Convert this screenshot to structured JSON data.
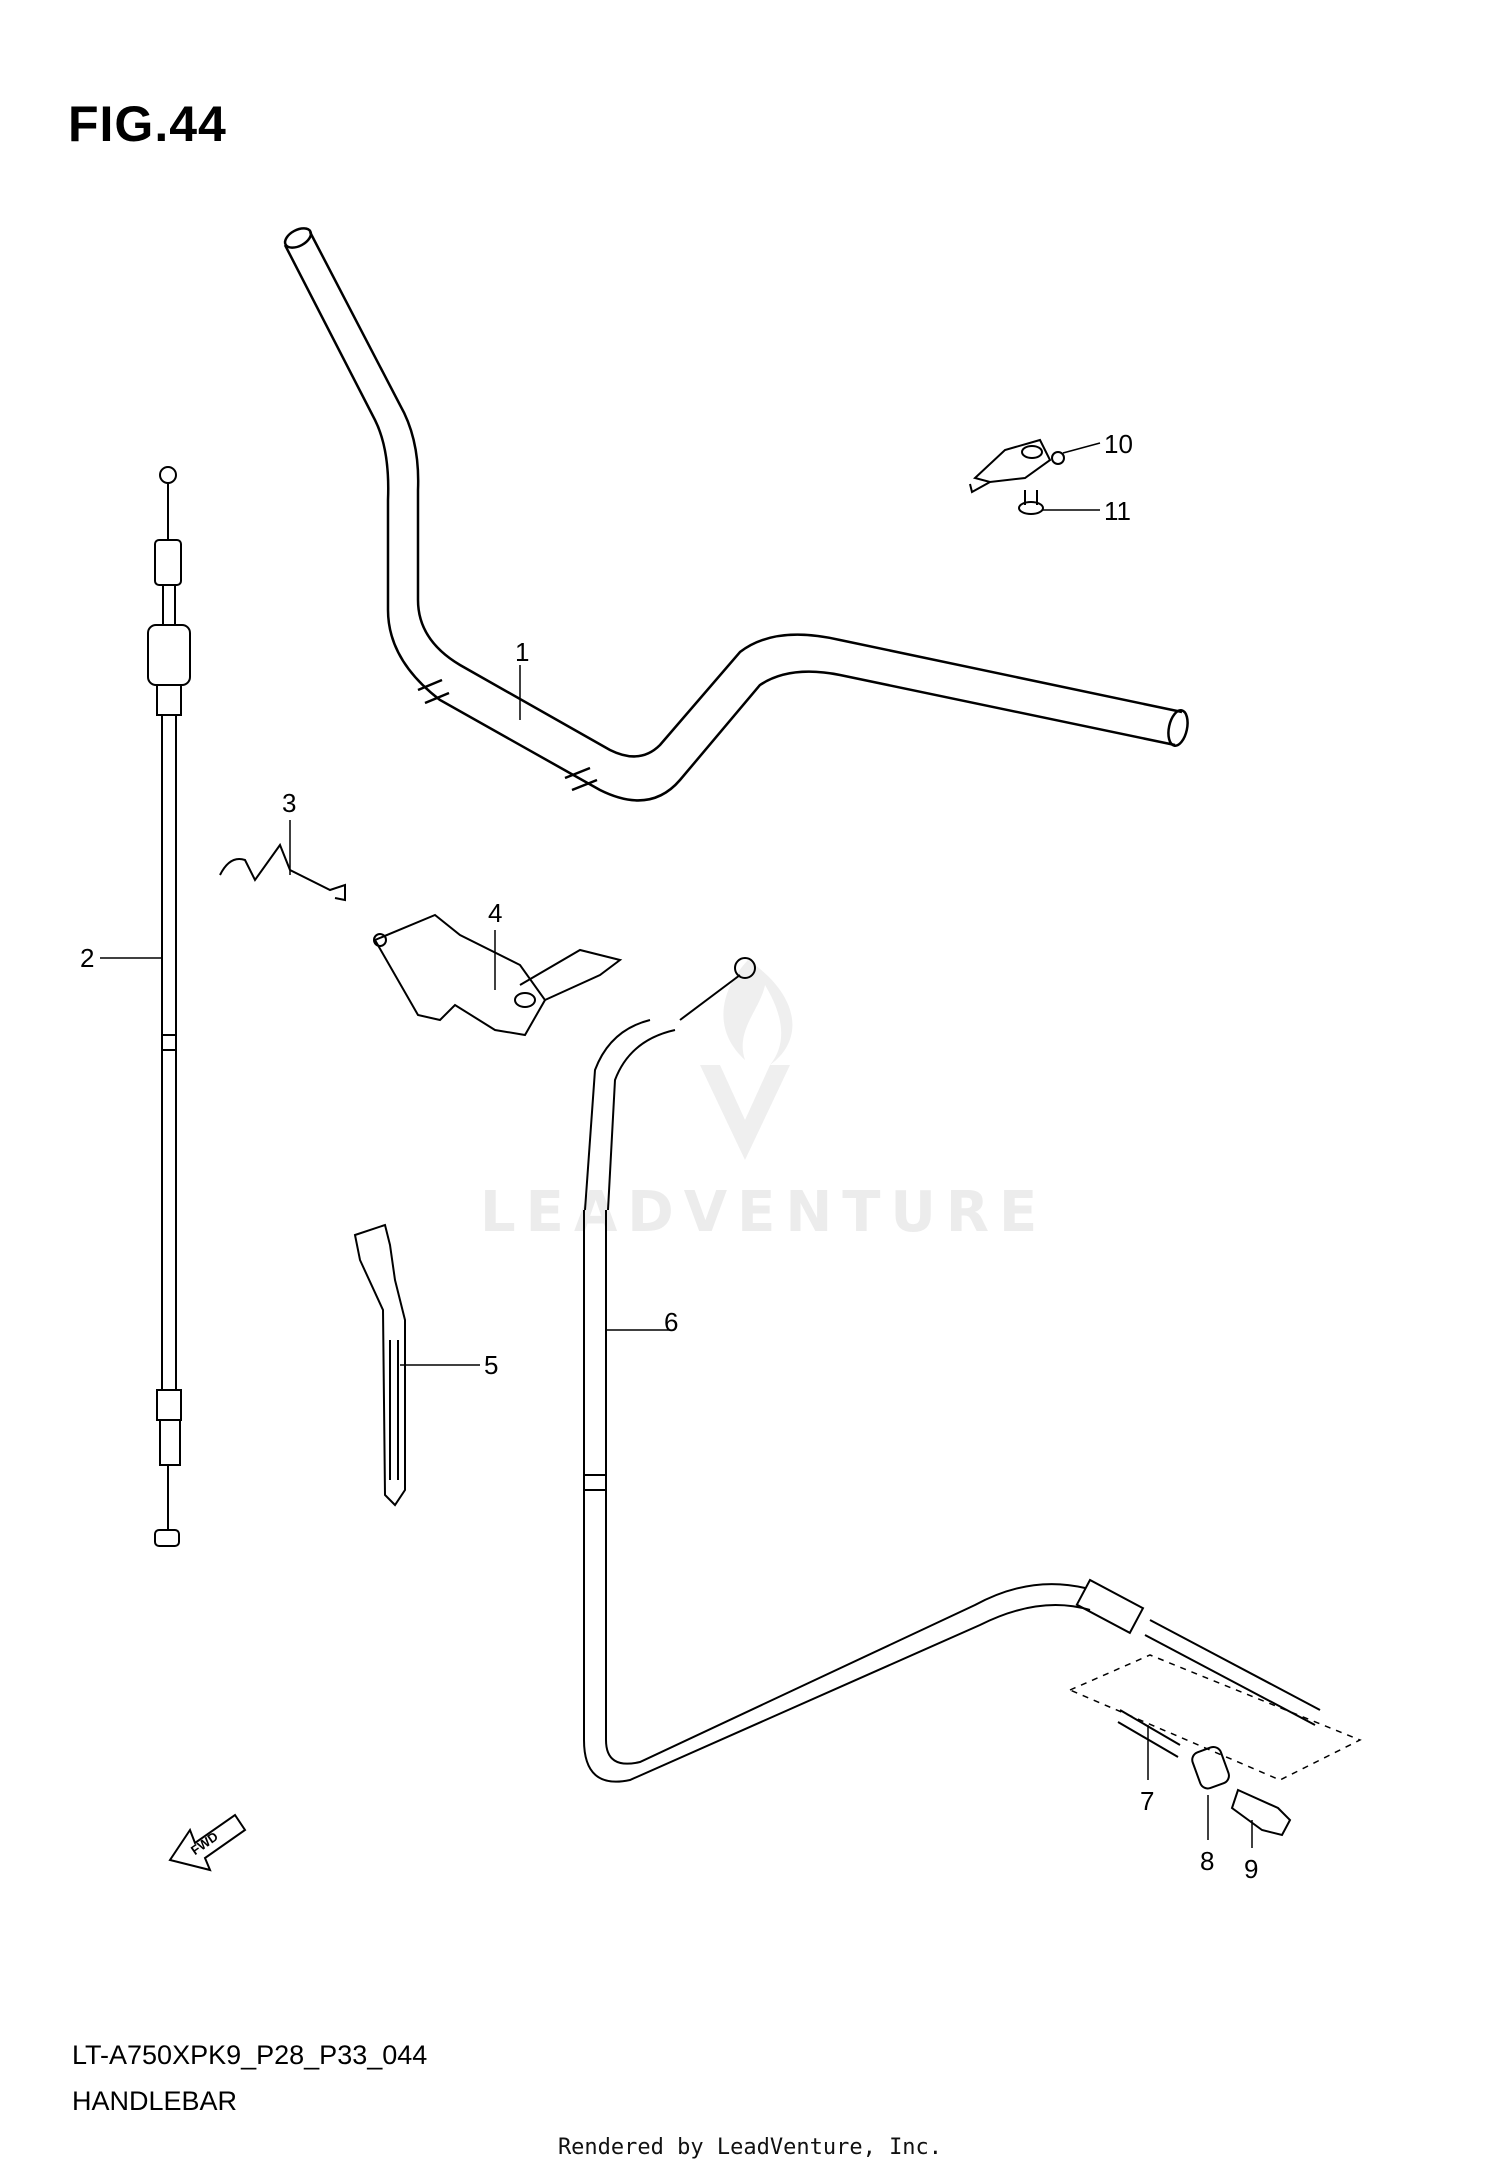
{
  "figure": {
    "title": "FIG.44",
    "diagram_code": "LT-A750XPK9_P28_P33_044",
    "diagram_name": "HANDLEBAR"
  },
  "watermark": "LEADVENTURE",
  "footer": "Rendered by LeadVenture, Inc.",
  "callouts": [
    "1",
    "2",
    "3",
    "4",
    "5",
    "6",
    "7",
    "8",
    "9",
    "10",
    "11"
  ],
  "fwd_arrow_label": "FWD"
}
